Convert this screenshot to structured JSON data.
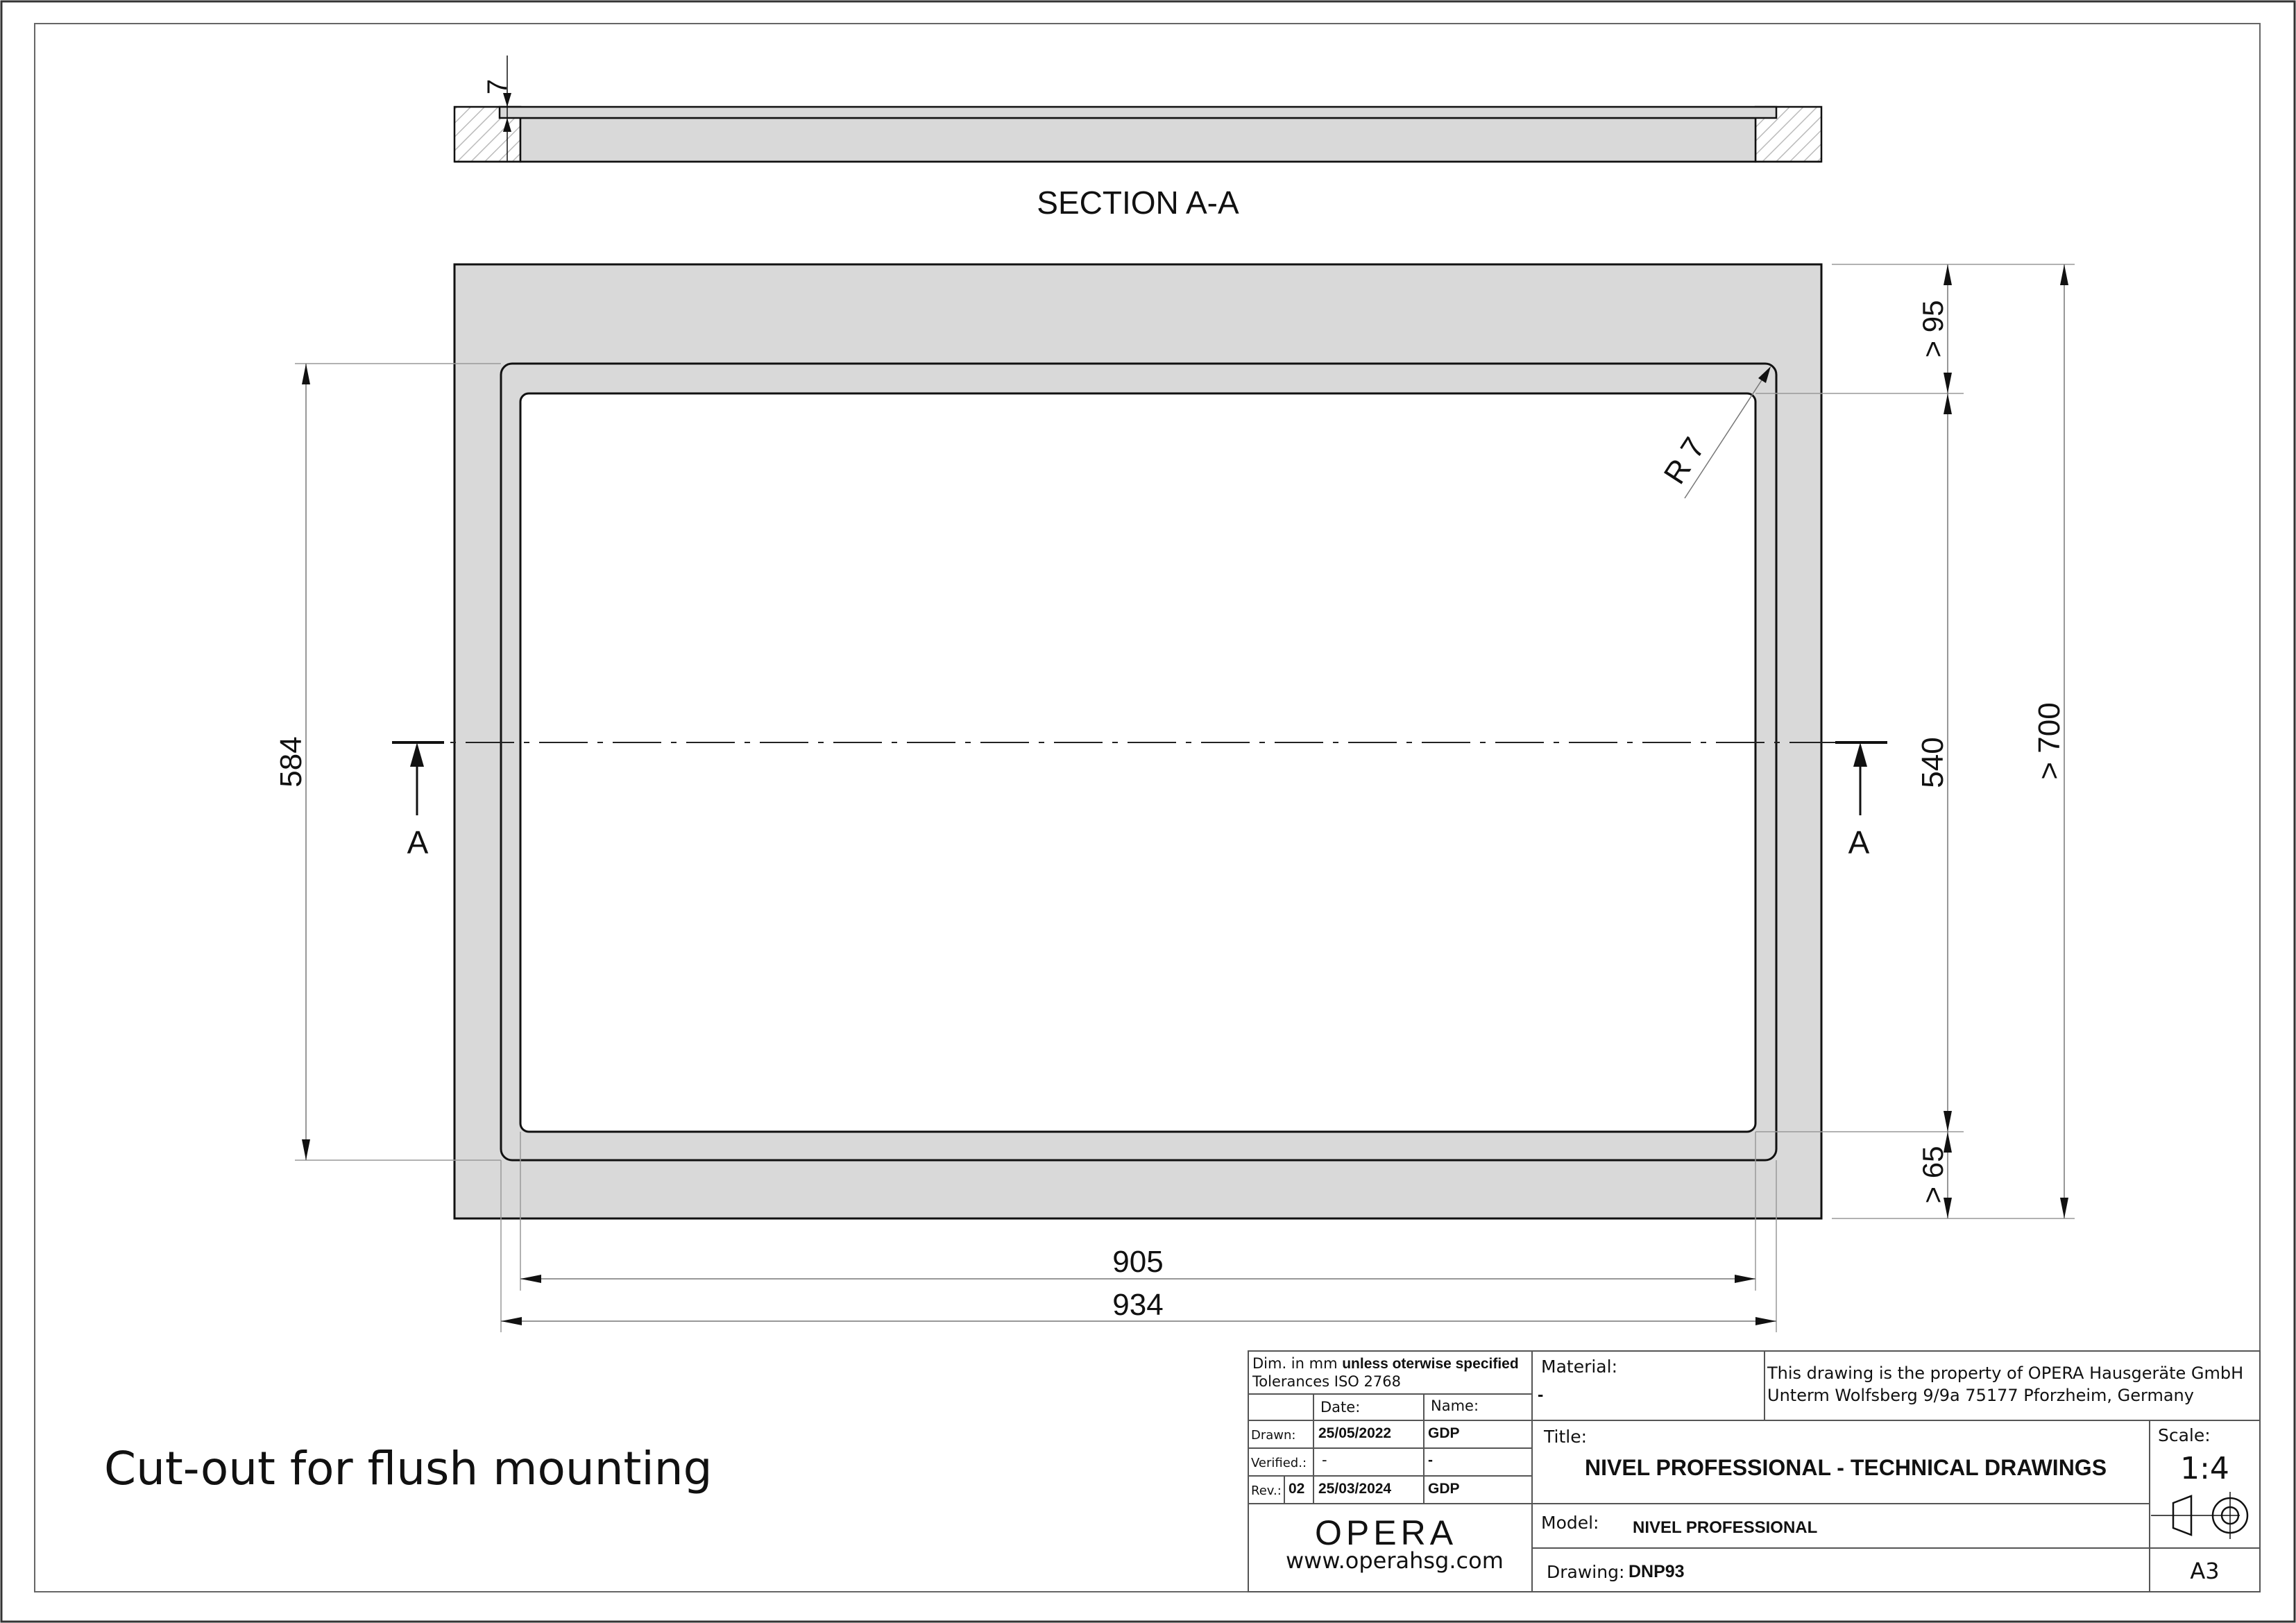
{
  "drawing": {
    "section_label": "SECTION A-A",
    "caption": "Cut-out for flush mounting",
    "section_marker_left": "A",
    "section_marker_right": "A",
    "dimensions": {
      "section_thickness": "7",
      "corner_radius": "R 7",
      "top_margin": "> 95",
      "inner_height": "540",
      "bottom_margin": "> 65",
      "total_height": "> 700",
      "outer_cutout_height": "584",
      "inner_width": "905",
      "outer_width": "934"
    }
  },
  "title_block": {
    "dim_note_prefix": "Dim. in mm",
    "dim_note_bold": "unless oterwise specified",
    "tolerances": "Tolerances ISO 2768",
    "date_header": "Date:",
    "name_header": "Name:",
    "drawn_label": "Drawn:",
    "drawn_date": "25/05/2022",
    "drawn_name": "GDP",
    "verified_label": "Verified.:",
    "verified_date": "-",
    "verified_name": "-",
    "rev_label": "Rev.:",
    "rev_number": "02",
    "rev_date": "25/03/2024",
    "rev_name": "GDP",
    "logo": "OPERA",
    "website": "www.operahsg.com",
    "material_label": "Material:",
    "material_value": "-",
    "property_line1": "This drawing is the property of OPERA Hausgeräte GmbH",
    "property_line2": "Unterm Wolfsberg 9/9a 75177 Pforzheim, Germany",
    "title_label": "Title:",
    "title_value": "NIVEL PROFESSIONAL - TECHNICAL DRAWINGS",
    "scale_label": "Scale:",
    "scale_value": "1:4",
    "model_label": "Model:",
    "model_value": "NIVEL PROFESSIONAL",
    "drawing_label": "Drawing:",
    "drawing_value": "DNP93",
    "sheet_size": "A3"
  },
  "colors": {
    "surface_fill": "#d9d9d9",
    "line": "#111111",
    "extension_line": "#999999",
    "border": "#555555"
  }
}
